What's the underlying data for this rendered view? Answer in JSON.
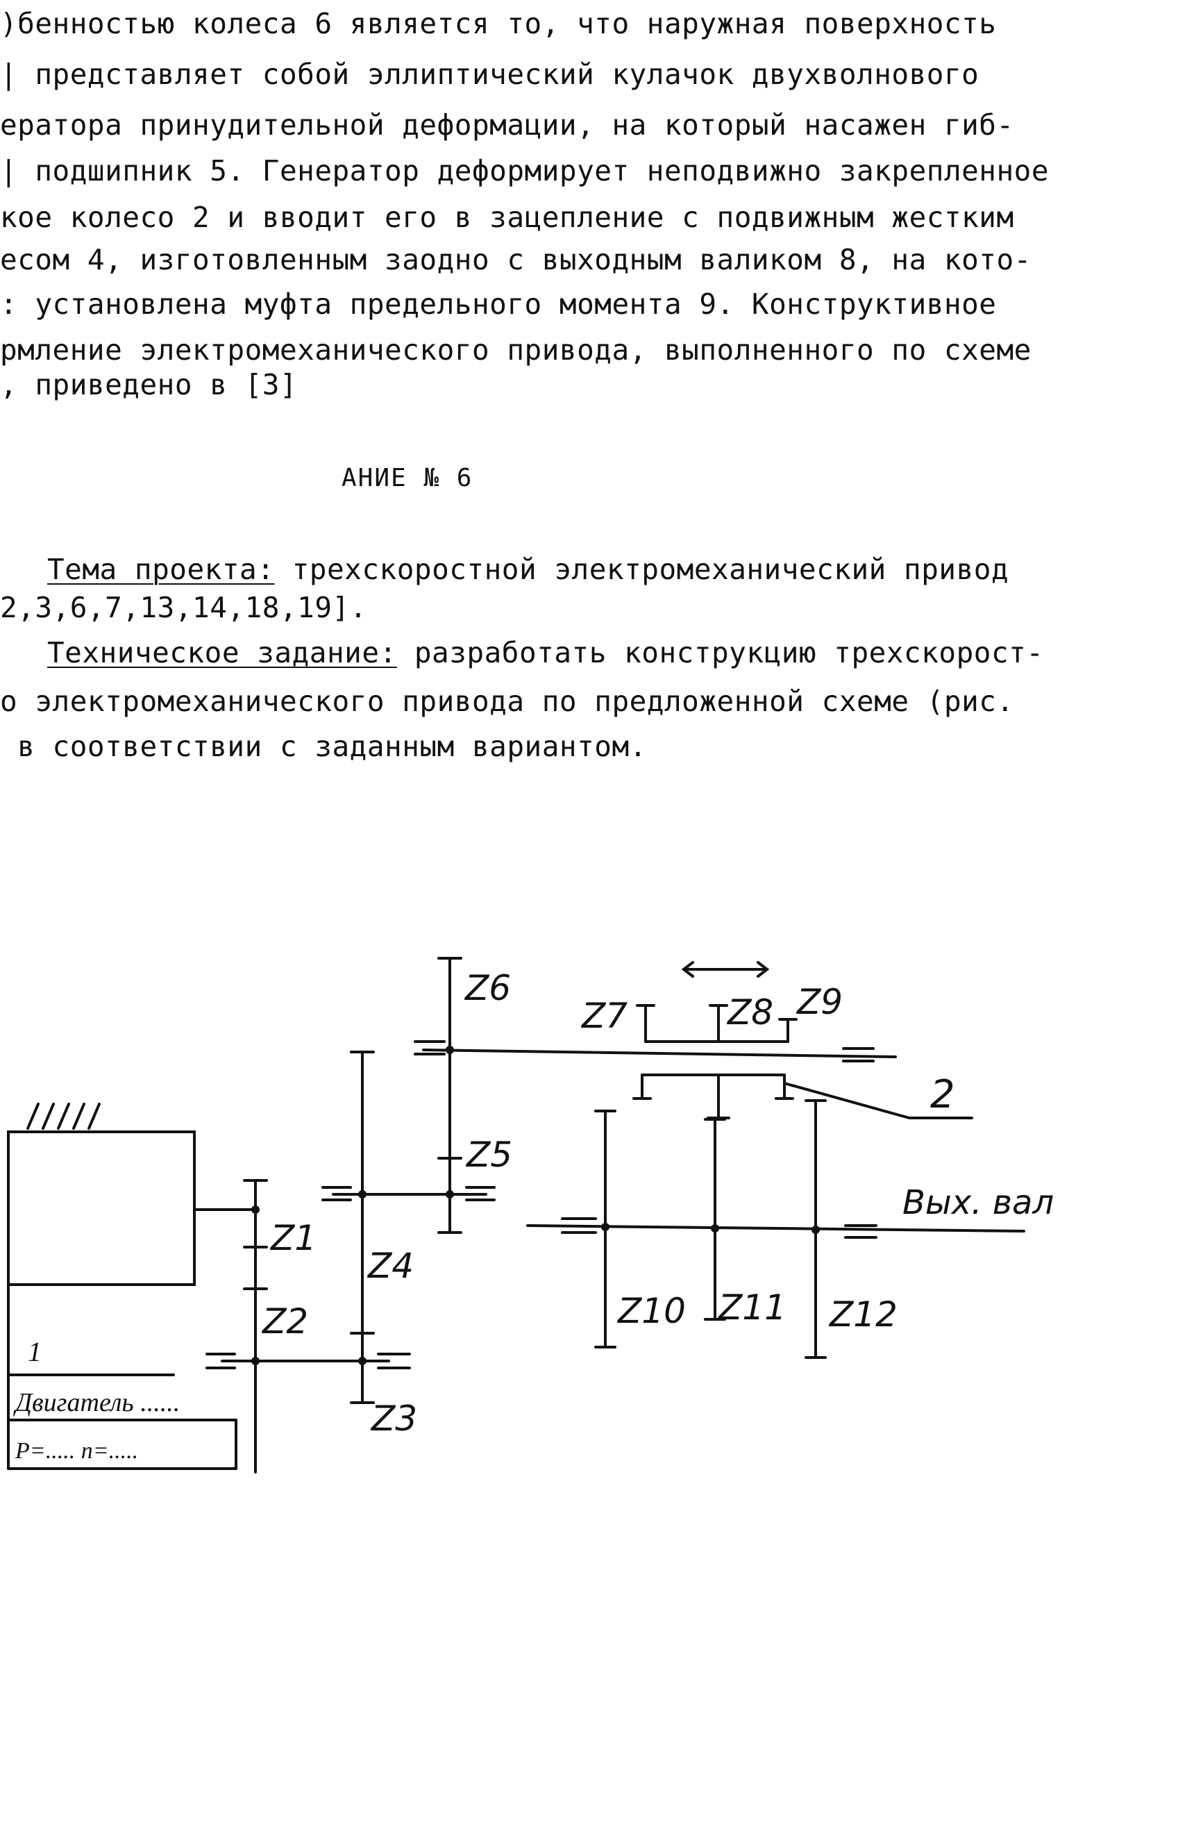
{
  "document": {
    "paragraph_lines": [
      ")бенностью колеса 6 является то, что наружная поверхность",
      "| представляет собой эллиптический кулачок двухволнового",
      "ератора принудительной деформации, на который насажен гиб-",
      "| подшипник 5. Генератор деформирует неподвижно закрепленное",
      "кое колесо 2 и вводит его в зацепление с подвижным жестким",
      "есом 4, изготовленным заодно с выходным валиком 8, на кото-",
      ": установлена муфта предельного момента 9. Конструктивное",
      "рмление электромеханического привода, выполненного по схеме",
      ", приведено в [3]"
    ],
    "section_heading": "АНИЕ № 6",
    "topic_label": "Тема проекта:",
    "topic_text": " трехскоростной электромеханический привод",
    "topic_refs": "2,3,6,7,13,14,18,19].",
    "task_label": "Техническое задание:",
    "task_text": " разработать конструкцию трехскорост-",
    "task_line2": "о электромеханического привода по предложенной схеме (рис.",
    "task_line3": " в соответствии с заданным вариантом."
  },
  "diagram": {
    "gear_labels": [
      "Z1",
      "Z2",
      "Z3",
      "Z4",
      "Z5",
      "Z6",
      "Z7",
      "Z8",
      "Z9",
      "Z10",
      "Z11",
      "Z12"
    ],
    "output_shaft_label": "Вых. вал",
    "clutch_label": "2",
    "motor_number": "1",
    "motor_name": "Двигатель ......",
    "motor_params": "P=.....        n=....."
  }
}
